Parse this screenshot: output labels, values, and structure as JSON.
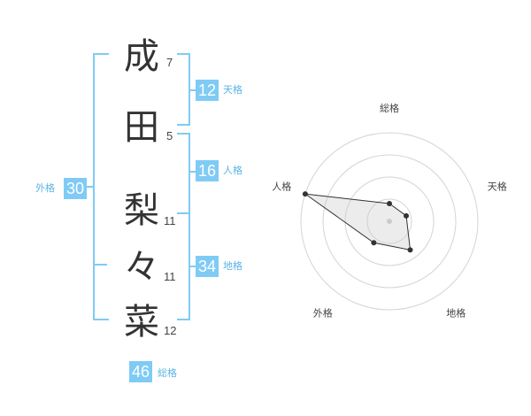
{
  "name": {
    "chars": [
      {
        "char": "成",
        "strokes": "7"
      },
      {
        "char": "田",
        "strokes": "5"
      },
      {
        "char": "梨",
        "strokes": "11"
      },
      {
        "char": "々",
        "strokes": "11"
      },
      {
        "char": "菜",
        "strokes": "12"
      }
    ]
  },
  "fortune": {
    "tenkaku": {
      "label": "天格",
      "value": "12"
    },
    "jinkaku": {
      "label": "人格",
      "value": "16"
    },
    "chikaku": {
      "label": "地格",
      "value": "34"
    },
    "gaikaku": {
      "label": "外格",
      "value": "30"
    },
    "soukaku": {
      "label": "総格",
      "value": "46"
    }
  },
  "colors": {
    "accent": "#7fcbf5",
    "text": "#333333"
  },
  "chart_data": {
    "type": "radar",
    "axes": [
      "総格",
      "天格",
      "地格",
      "外格",
      "人格"
    ],
    "values": [
      0.2,
      0.2,
      0.4,
      0.3,
      1.0
    ],
    "range": [
      0,
      1
    ],
    "rings": 4
  }
}
